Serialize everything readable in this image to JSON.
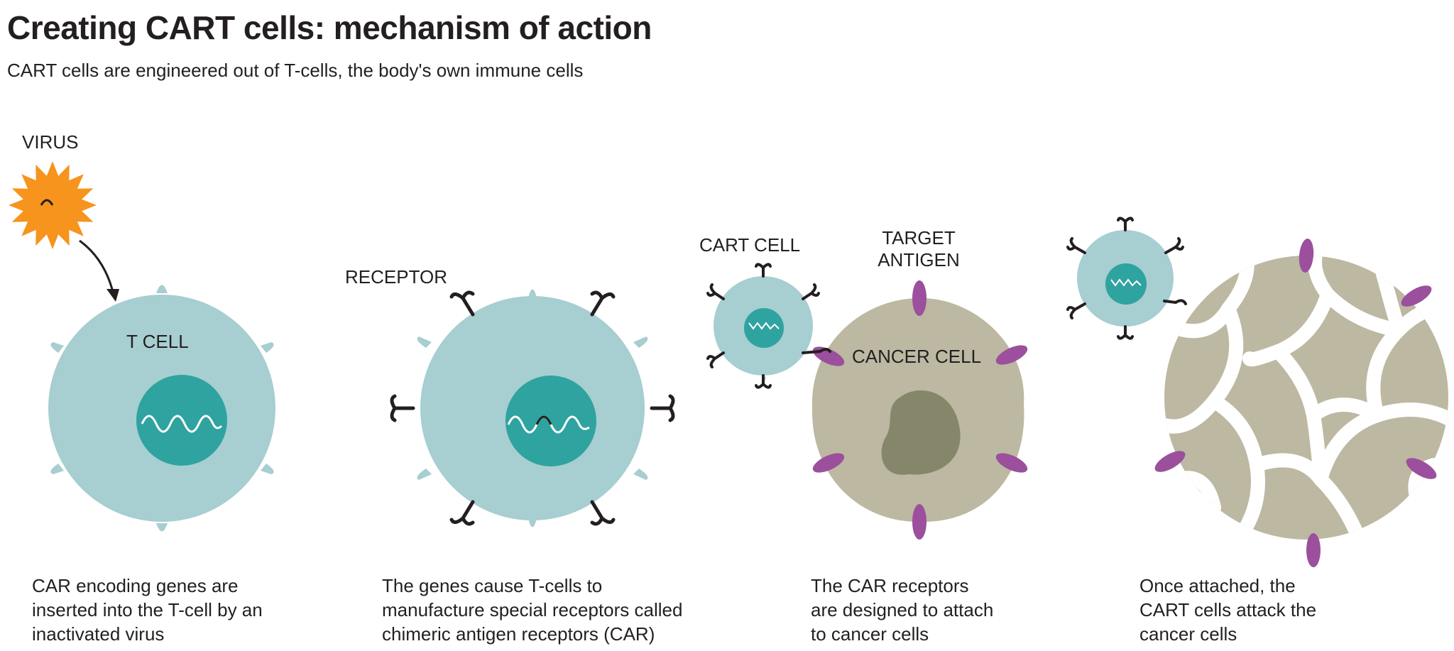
{
  "header": {
    "title": "Creating CART cells: mechanism of action",
    "subtitle": "CART cells are engineered out of T-cells, the body's own immune cells"
  },
  "labels": {
    "virus": "VIRUS",
    "t_cell": "T CELL",
    "receptor": "RECEPTOR",
    "cart_cell": "CART CELL",
    "target_antigen_line1": "TARGET",
    "target_antigen_line2": "ANTIGEN",
    "cancer_cell": "CANCER CELL"
  },
  "captions": [
    "CAR encoding genes are\ninserted into the T-cell by an\ninactivated virus",
    "The genes cause T-cells to\nmanufacture special receptors called\nchimeric antigen receptors (CAR)",
    "The CAR receptors\nare designed to attach\nto cancer cells",
    "Once attached, the\nCART cells attack the\ncancer cells"
  ],
  "colors": {
    "t_cell": "#a7ced1",
    "nucleus": "#2fa39f",
    "virus": "#f7941d",
    "cancer_cell": "#bcb8a2",
    "cancer_nucleus": "#86876a",
    "antigen": "#9b4f9c",
    "receptor": "#231f20"
  }
}
